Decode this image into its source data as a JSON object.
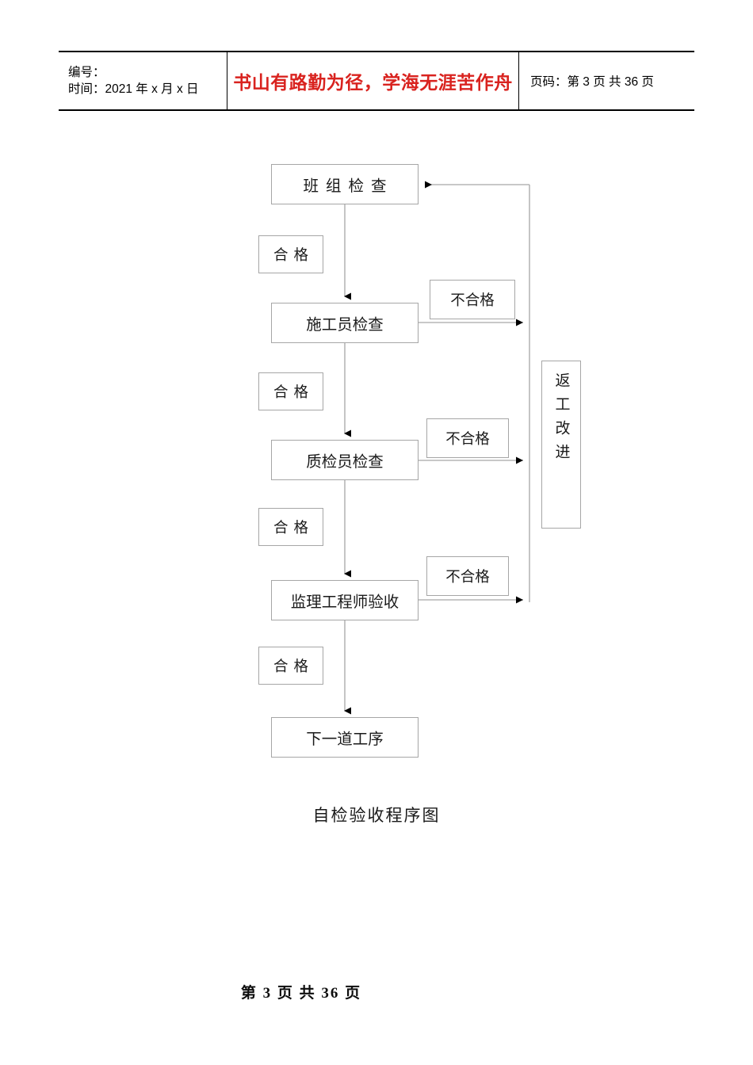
{
  "header": {
    "left": {
      "line1": "编号：",
      "line2": "时间：2021 年 x 月 x 日"
    },
    "slogan": "书山有路勤为径，学海无涯苦作舟",
    "page_info": "页码：第 3 页  共 36 页",
    "slogan_color": "#d9231f"
  },
  "flowchart": {
    "caption": "自检验收程序图",
    "boxes": {
      "team_check": "班组检查",
      "pass_1": "合格",
      "site_engineer_check": "施工员检查",
      "fail_1": "不合格",
      "pass_2": "合格",
      "qc_inspector_check": "质检员检查",
      "fail_2": "不合格",
      "pass_3": "合格",
      "supervisor_acceptance": "监理工程师验收",
      "fail_3": "不合格",
      "pass_4": "合格",
      "next_process": "下一道工序",
      "rework": "返工改进"
    },
    "line_color": "#a6a6a6",
    "arrow_color": "#000000"
  },
  "footer": {
    "page_number": "第 3 页 共 36 页"
  }
}
